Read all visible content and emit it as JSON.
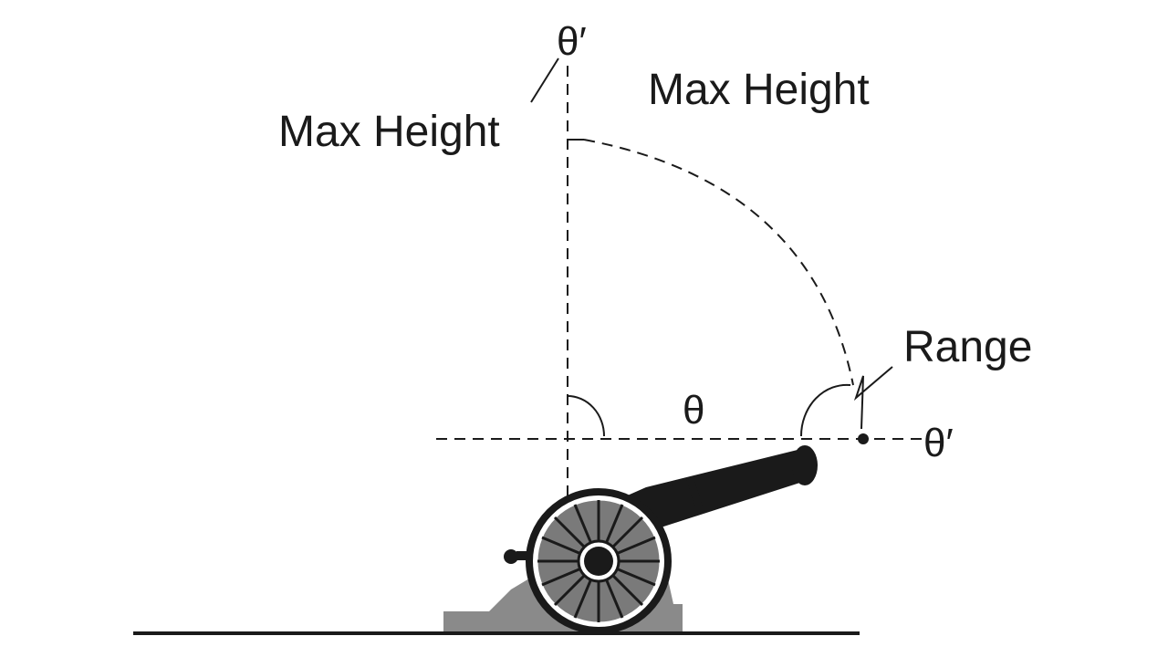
{
  "labels": {
    "theta_prime_top": "θ′",
    "max_height_left": "Max Height",
    "max_height_right": "Max Height",
    "range": "Range",
    "theta": "θ",
    "theta_prime_right": "θ′"
  },
  "colors": {
    "ink": "#1a1a1a",
    "carriage_gray": "#8a8a8a",
    "wheel_gray": "#7a7a7a",
    "background": "#ffffff"
  }
}
